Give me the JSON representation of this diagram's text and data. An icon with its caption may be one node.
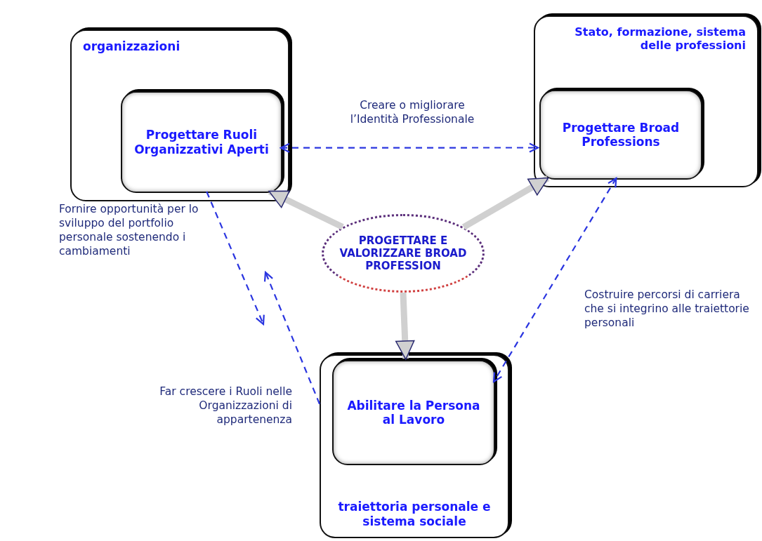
{
  "diagram": {
    "nodes": [
      {
        "text": [
          "organizzazioni"
        ]
      },
      {
        "text": [
          "Progettare Ruoli Organizzativi Aperti"
        ],
        "in": 0
      },
      {
        "text": [
          "Stato, formazione, sistema delle professioni"
        ]
      },
      {
        "text": [
          "Progettare Broad Professions"
        ],
        "in": 2
      },
      {
        "text": [
          "PROGETTARE E VALORIZZARE BROAD PROFESSION"
        ]
      },
      {
        "text": [
          "traiettoria personale e sistema sociale"
        ]
      },
      {
        "text": [
          "Abilitare la Persona al Lavoro"
        ],
        "in": 5
      }
    ],
    "edges": [
      {
        "from": 1,
        "to": 3,
        "arrow": "both",
        "style": "dashed",
        "label": "Creare o migliorare l’Identità Professionale"
      },
      {
        "from": 4,
        "to": 1,
        "arrow": "to",
        "style": "thick",
        "color": "#d0d0d0"
      },
      {
        "from": 4,
        "to": 3,
        "arrow": "to",
        "style": "thick",
        "color": "#d0d0d0"
      },
      {
        "from": 4,
        "to": 6,
        "arrow": "to",
        "style": "thick",
        "color": "#d0d0d0"
      },
      {
        "from": 1,
        "to": null,
        "arrow": "to",
        "style": "dashed",
        "label": "Fornire opportunità per lo sviluppo del portfolio personale sostenendo i cambiamenti"
      },
      {
        "from": 5,
        "to": null,
        "arrow": "to",
        "style": "dashed",
        "label": "Far crescere i Ruoli nelle Organizzazioni di appartenenza"
      },
      {
        "from": 3,
        "to": 6,
        "arrow": "both",
        "style": "dashed",
        "label": "Costruire percorsi di carriera che si integrino alle traiettorie personali"
      }
    ]
  }
}
